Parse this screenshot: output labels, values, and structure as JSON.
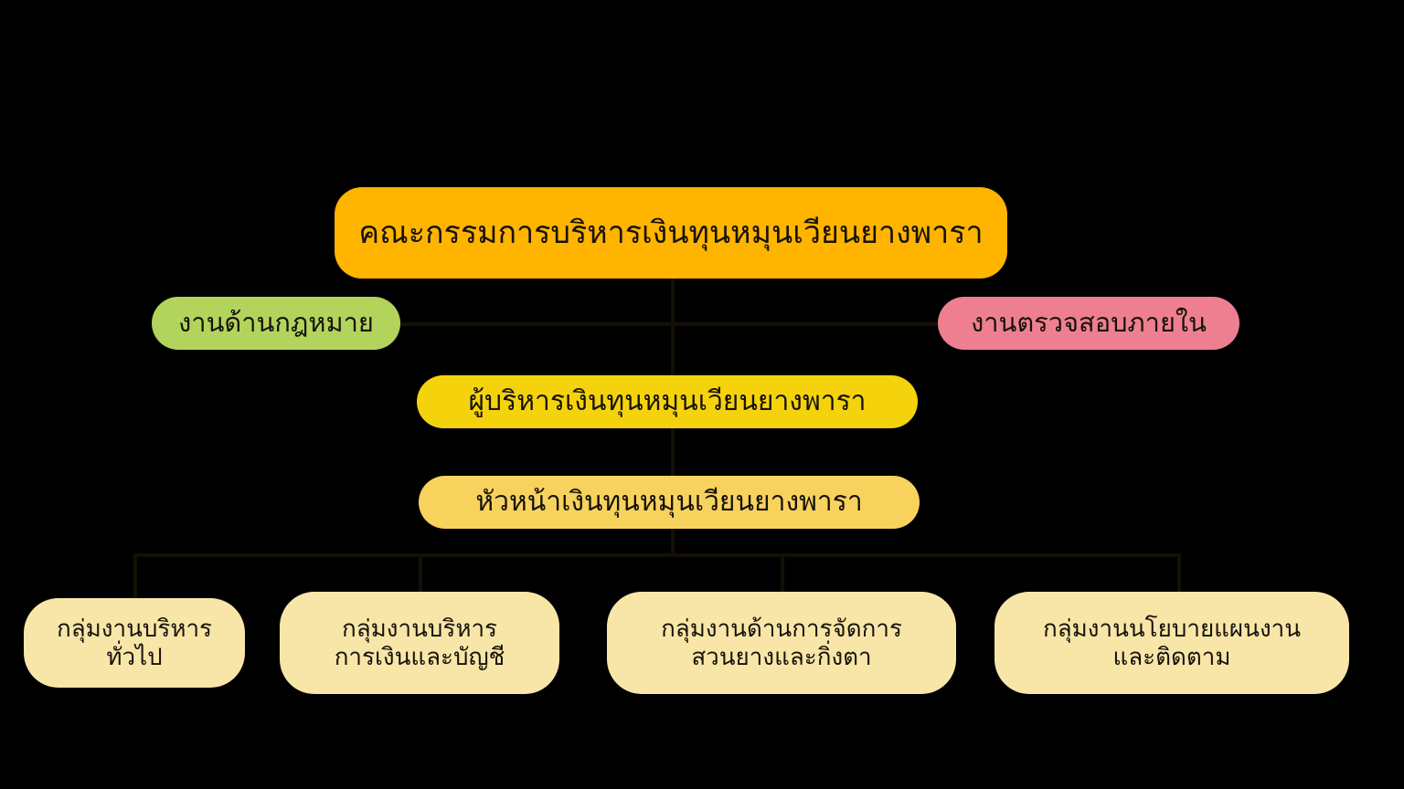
{
  "chart": {
    "type": "org-chart",
    "title_node": "คณะกรรมการบริหารเงินทุนหมุนเวียนยางพารา",
    "background_color": "#000000",
    "nodes": {
      "root": {
        "label": "คณะกรรมการบริหารเงินทุนหมุนเวียนยางพารา",
        "color": "#FFB400",
        "level": 1
      },
      "legal": {
        "label": "งานด้านกฎหมาย",
        "color": "#B2D45C",
        "level": 2
      },
      "audit": {
        "label": "งานตรวจสอบภายใน",
        "color": "#EE7F90",
        "level": 2
      },
      "director": {
        "label": "ผู้บริหารเงินทุนหมุนเวียนยางพารา",
        "color": "#F5D30C",
        "level": 3
      },
      "chief": {
        "label": "หัวหน้าเงินทุนหมุนเวียนยางพารา",
        "color": "#F7D35E",
        "level": 4
      }
    },
    "groups": [
      {
        "label": "กลุ่มงานบริหาร\nทั่วไป",
        "color": "#F8E6A8"
      },
      {
        "label": "กลุ่มงานบริหาร\nการเงินและบัญชี",
        "color": "#F8E6A8"
      },
      {
        "label": "กลุ่มงานด้านการจัดการ\nสวนยางและกิ่งตา",
        "color": "#F8E6A8"
      },
      {
        "label": "กลุ่มงานนโยบายแผนงาน\nและติดตาม",
        "color": "#F8E6A8"
      }
    ],
    "connector_color": "#141007"
  }
}
